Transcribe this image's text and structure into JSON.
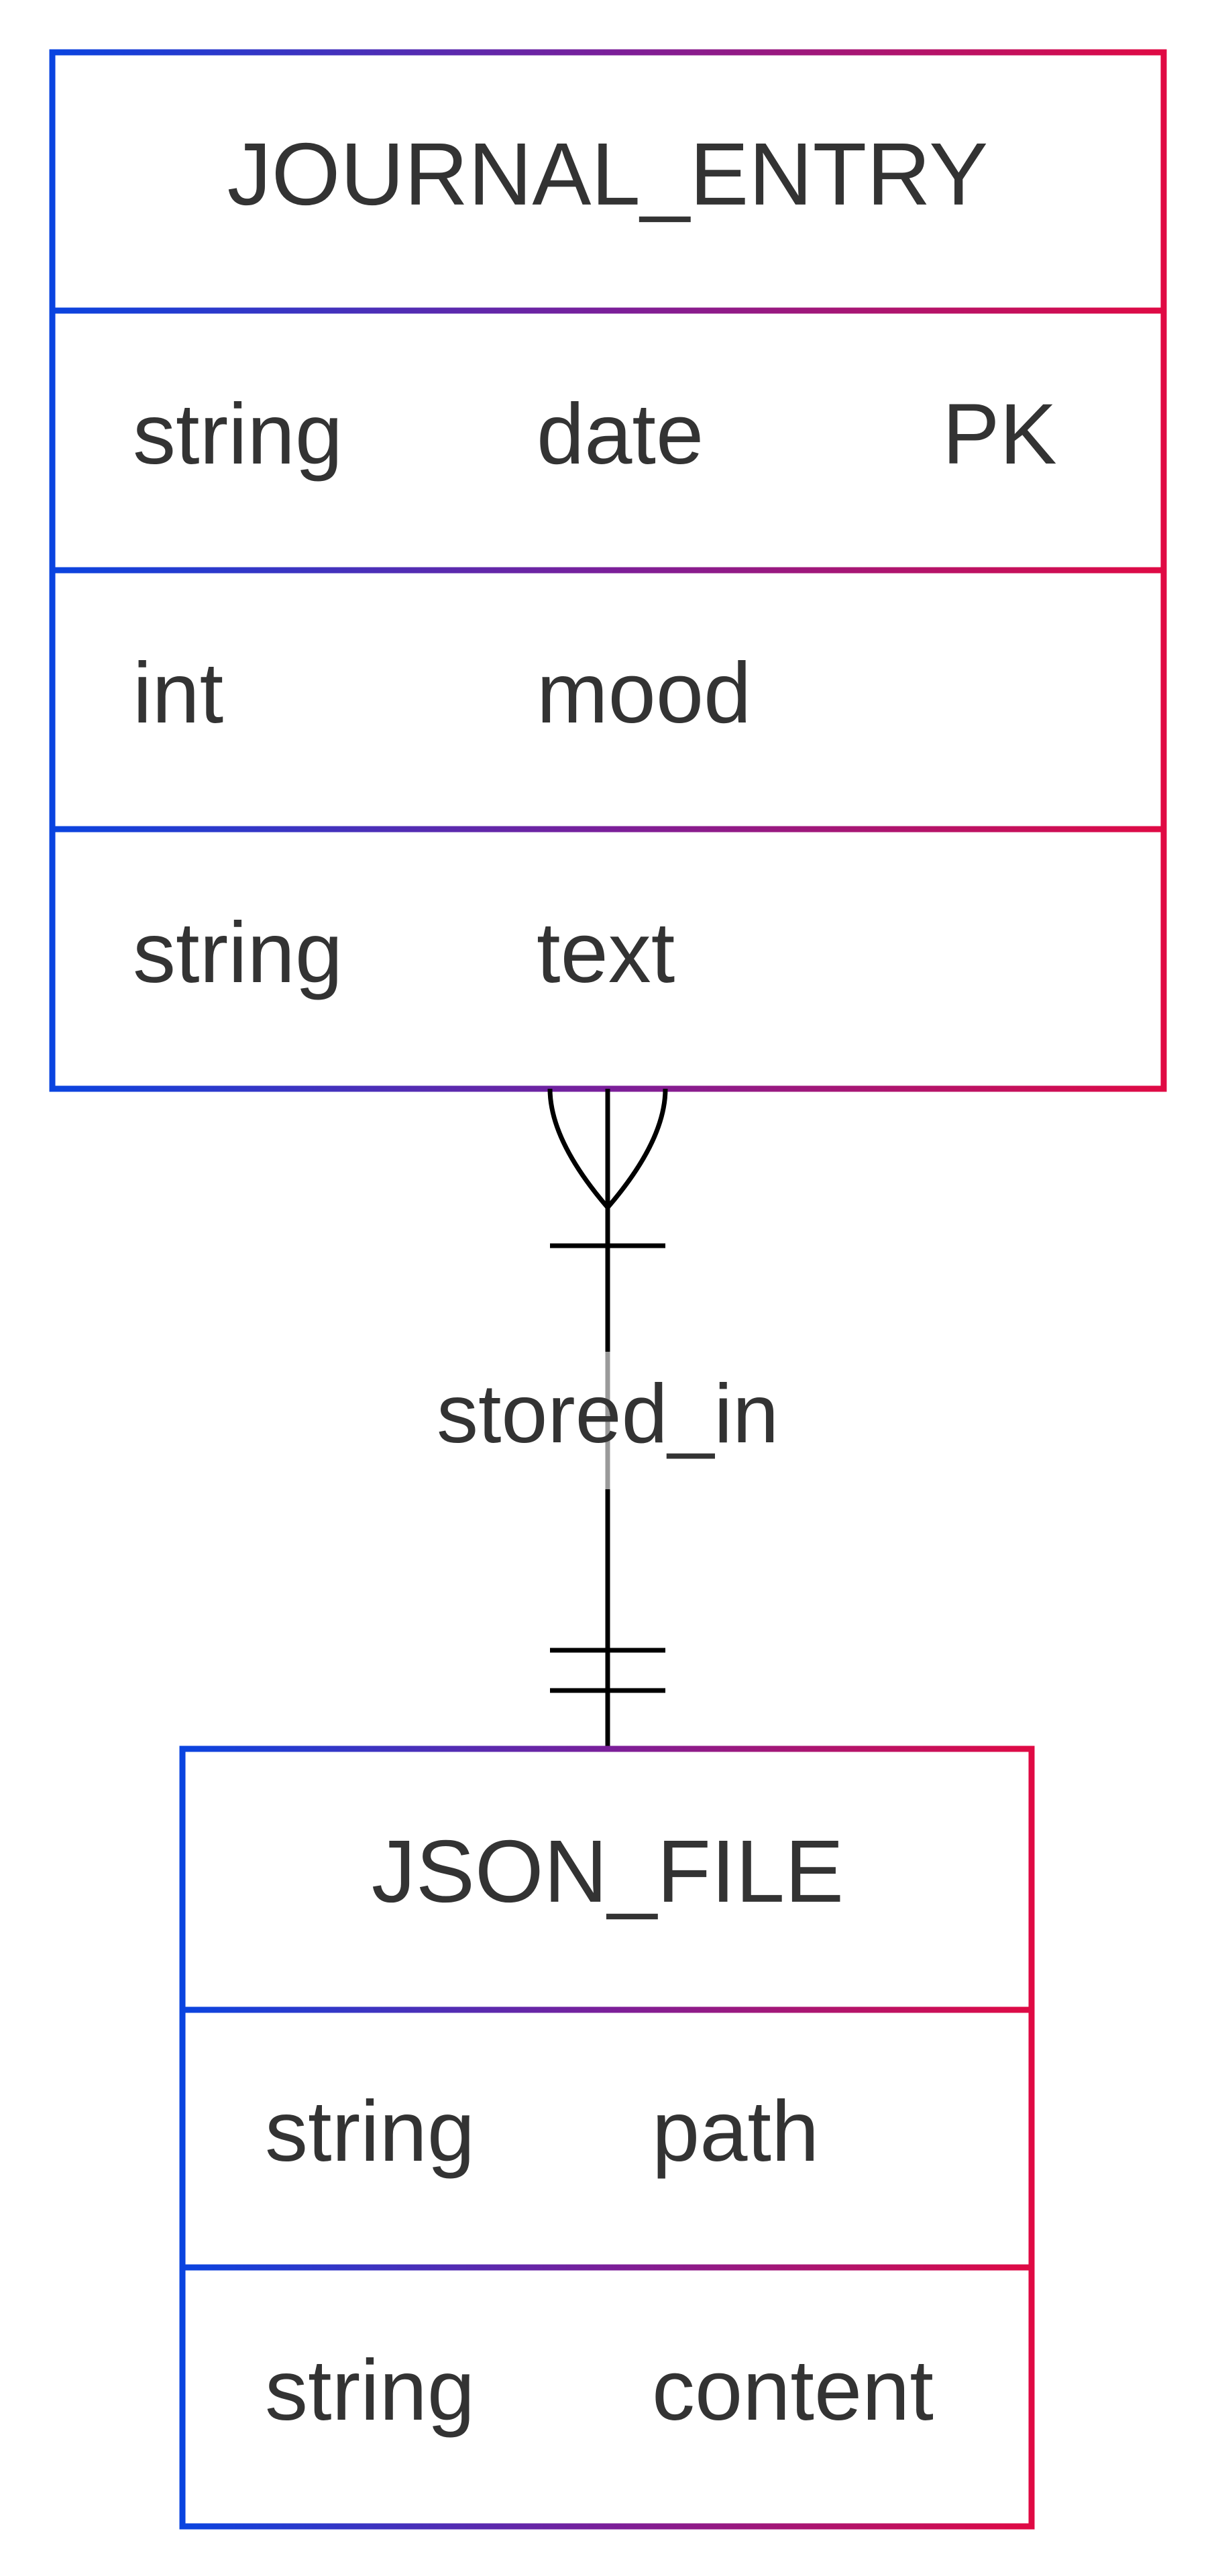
{
  "colors": {
    "gradient_start": "#0a44e0",
    "gradient_mid": "#7a1f9a",
    "gradient_end": "#e00a44",
    "text": "#333333",
    "line": "#000000",
    "background": "#ffffff"
  },
  "entities": [
    {
      "name": "JOURNAL_ENTRY",
      "attributes": [
        {
          "type": "string",
          "name": "date",
          "key": "PK"
        },
        {
          "type": "int",
          "name": "mood",
          "key": ""
        },
        {
          "type": "string",
          "name": "text",
          "key": ""
        }
      ]
    },
    {
      "name": "JSON_FILE",
      "attributes": [
        {
          "type": "string",
          "name": "path",
          "key": ""
        },
        {
          "type": "string",
          "name": "content",
          "key": ""
        }
      ]
    }
  ],
  "relationship": {
    "label": "stored_in",
    "from": "JOURNAL_ENTRY",
    "from_cardinality": "one-or-more",
    "to": "JSON_FILE",
    "to_cardinality": "exactly-one"
  }
}
